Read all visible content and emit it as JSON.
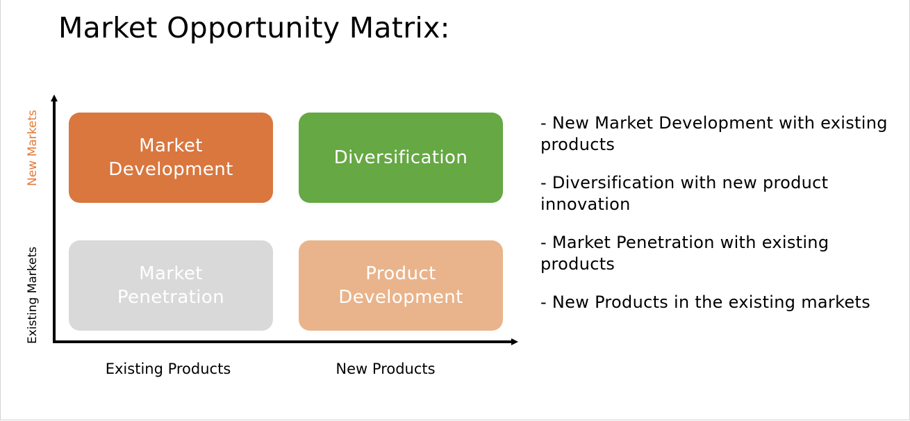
{
  "slide": {
    "title": "Market Opportunity Matrix:"
  },
  "matrix": {
    "y_axis": {
      "top_label": "New Markets",
      "bottom_label": "Existing Markets",
      "top_label_color": "#e07b39",
      "bottom_label_color": "#000000"
    },
    "x_axis": {
      "left_label": "Existing Products",
      "right_label": "New Products"
    },
    "quadrants": {
      "market_development": {
        "label": "Market Development",
        "color": "#d9773f"
      },
      "diversification": {
        "label": "Diversification",
        "color": "#66a844"
      },
      "market_penetration": {
        "label": "Market Penetration",
        "color": "#d9d9d9"
      },
      "product_development": {
        "label": "Product Development",
        "color": "#e9b48b"
      }
    }
  },
  "notes": [
    {
      "text": "- New Market Development with existing products"
    },
    {
      "text": "- Diversification with new product innovation"
    },
    {
      "text": "- Market Penetration with existing products"
    },
    {
      "text": "- New Products in the existing markets"
    }
  ]
}
